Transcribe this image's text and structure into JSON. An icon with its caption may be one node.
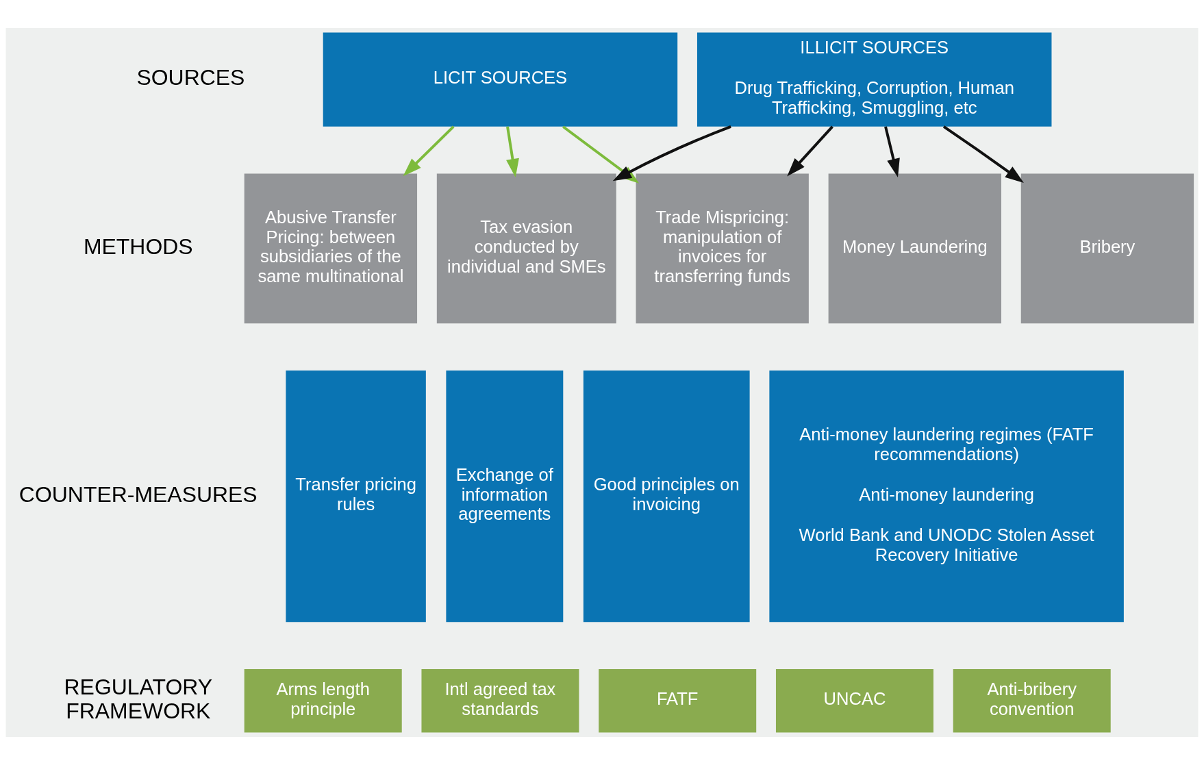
{
  "diagram": {
    "nodes": [
      {
        "text": [
          "LICIT SOURCES"
        ]
      },
      {
        "text": [
          "ILLICIT SOURCES",
          "Drug Trafficking, Corruption, Human Trafficking, Smuggling, etc"
        ]
      },
      {
        "text": [
          "Abusive Transfer Pricing: between subsidiaries of the same multinational"
        ]
      },
      {
        "text": [
          "Tax evasion conducted by individual and SMEs"
        ]
      },
      {
        "text": [
          "Trade Mispricing: manipulation of invoices for transferring funds"
        ]
      },
      {
        "text": [
          "Money Laundering"
        ]
      },
      {
        "text": [
          "Bribery"
        ]
      },
      {
        "text": [
          "Transfer pricing rules"
        ]
      },
      {
        "text": [
          "Exchange of information agreements"
        ]
      },
      {
        "text": [
          "Good principles on invoicing"
        ]
      },
      {
        "text": [
          "Anti-money laundering regimes (FATF recommendations)",
          "Anti-money laundering",
          "World Bank and UNODC Stolen Asset Recovery Initiative"
        ]
      },
      {
        "text": [
          "Arms length principle"
        ]
      },
      {
        "text": [
          "Intl agreed tax standards"
        ]
      },
      {
        "text": [
          "FATF"
        ]
      },
      {
        "text": [
          "UNCAC"
        ]
      },
      {
        "text": [
          "Anti-bribery convention"
        ]
      }
    ],
    "edges": [
      {
        "from": 0,
        "to": 2,
        "arrow": "to",
        "color": "#7dbb3c"
      },
      {
        "from": 0,
        "to": 3,
        "arrow": "to",
        "color": "#7dbb3c"
      },
      {
        "from": 0,
        "to": 4,
        "arrow": "to",
        "color": "#7dbb3c"
      },
      {
        "from": 1,
        "to": 3,
        "arrow": "to"
      },
      {
        "from": 1,
        "to": 4,
        "arrow": "to"
      },
      {
        "from": 1,
        "to": 5,
        "arrow": "to"
      },
      {
        "from": 1,
        "to": 6,
        "arrow": "to"
      }
    ],
    "labels": [
      "SOURCES",
      "METHODS",
      "COUNTER-MEASURES",
      "REGULATORY FRAMEWORK"
    ]
  }
}
